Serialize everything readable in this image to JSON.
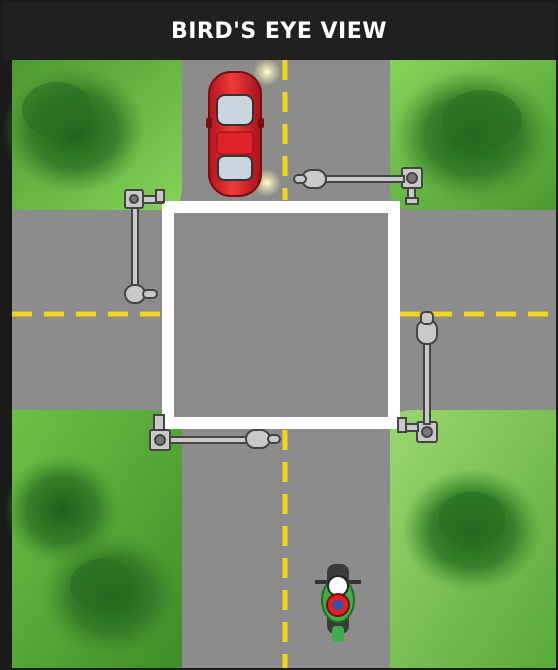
{
  "header": {
    "title": "BIRD'S EYE VIEW"
  },
  "scene": {
    "colors": {
      "grass_light": "#7fce4f",
      "grass_dark": "#4a9a2e",
      "tree": "#2f7a26",
      "road": "#8c8c8c",
      "lane_line": "#f4d51c",
      "stop_line": "#ffffff",
      "car": "#e2222a",
      "motorcycle_rider": "#3fae4a"
    },
    "items": {
      "car": "red-car",
      "motorcycle": "motorcycle",
      "signals": [
        "traffic-signal-nw",
        "traffic-signal-ne",
        "traffic-signal-sw",
        "traffic-signal-se"
      ],
      "trees": [
        "tree-nw",
        "tree-ne",
        "tree-sw",
        "tree-se"
      ]
    }
  }
}
